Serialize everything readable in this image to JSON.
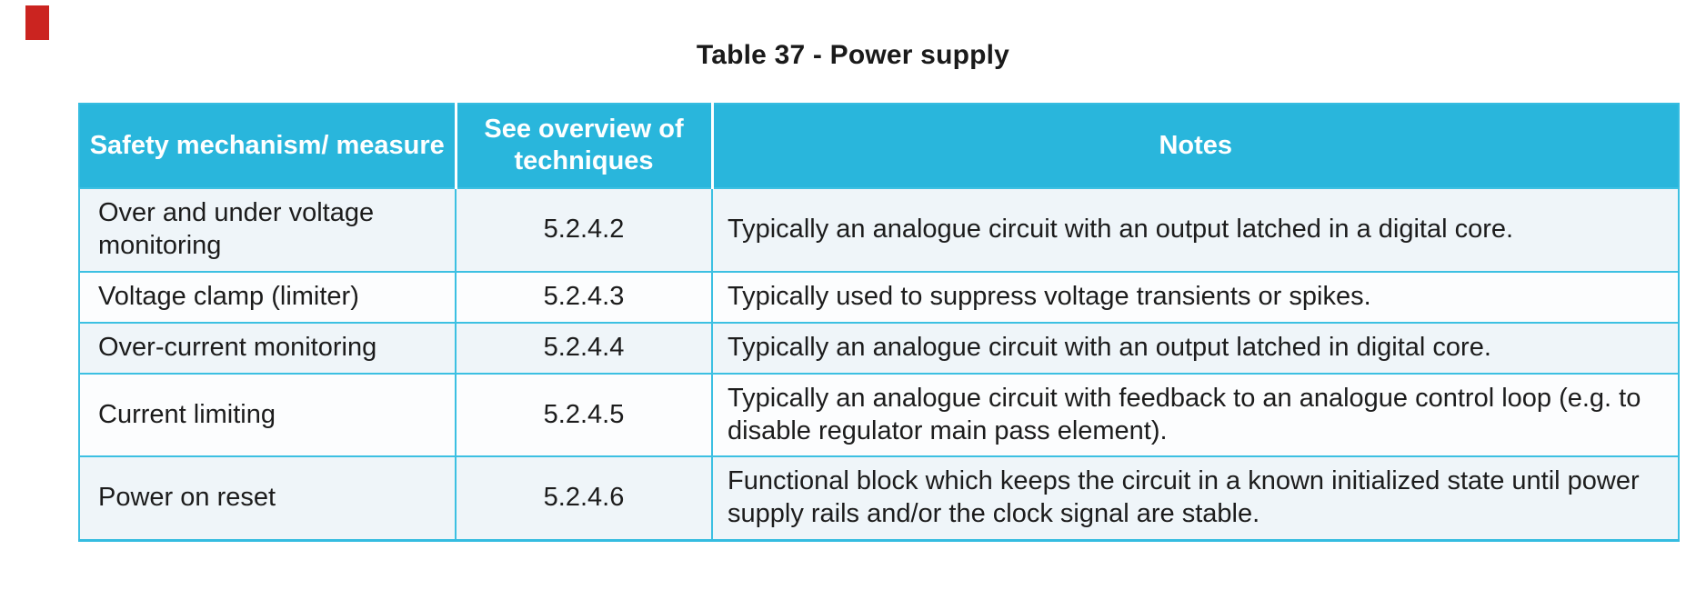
{
  "page": {
    "title": "Table 37 - Power supply"
  },
  "colors": {
    "header_bg": "#29b6dc",
    "header_text": "#ffffff",
    "grid_border": "#3cc0e2",
    "row_tint": "#eff5f9",
    "row_plain": "#fcfdfe",
    "body_text": "#1c1c1c",
    "margin_marker_red": "#cb2420"
  },
  "table": {
    "columns": [
      "Safety mechanism/ measure",
      "See overview of techniques",
      "Notes"
    ],
    "rows": [
      {
        "mechanism": "Over and under voltage monitoring",
        "technique_ref": "5.2.4.2",
        "note": "Typically an analogue circuit with an output latched in a digital core."
      },
      {
        "mechanism": "Voltage clamp (limiter)",
        "technique_ref": "5.2.4.3",
        "note": "Typically used to suppress voltage transients or spikes."
      },
      {
        "mechanism": "Over-current monitoring",
        "technique_ref": "5.2.4.4",
        "note": "Typically an analogue circuit with an output latched in digital core."
      },
      {
        "mechanism": "Current limiting",
        "technique_ref": "5.2.4.5",
        "note": "Typically an analogue circuit with feedback to an analogue control loop (e.g. to disable regulator main pass element)."
      },
      {
        "mechanism": "Power on reset",
        "technique_ref": "5.2.4.6",
        "note": "Functional block which keeps the circuit in a known initialized state until power supply rails and/or the clock signal are stable."
      }
    ]
  }
}
